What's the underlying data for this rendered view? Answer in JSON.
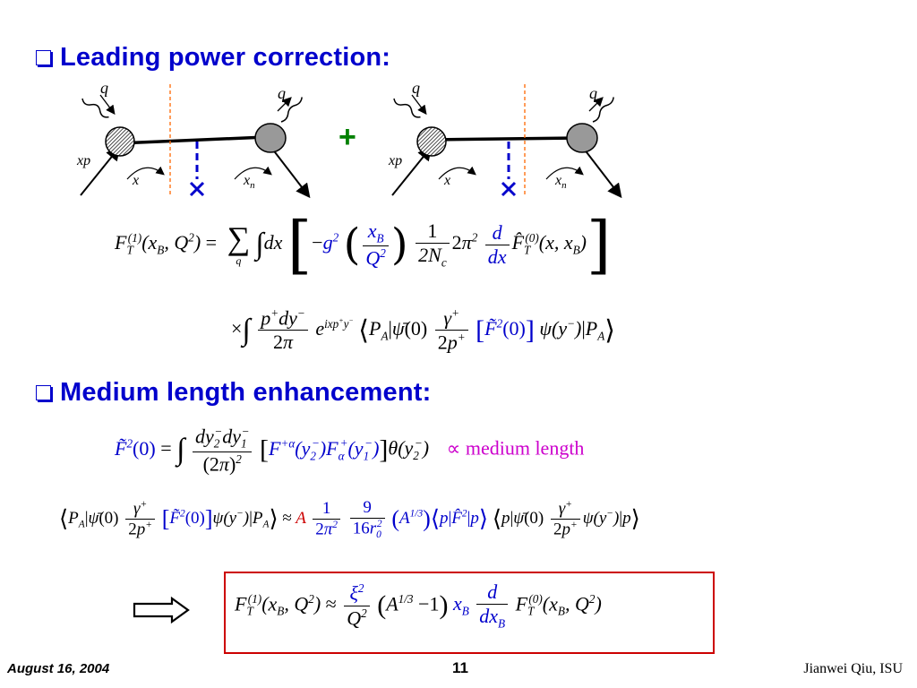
{
  "heading1": "Leading power correction:",
  "heading2": "Medium length enhancement:",
  "plus_sign": "+",
  "diagram_labels": {
    "q": "q",
    "xp": "xp",
    "x": "x",
    "xn": "x",
    "n": "n"
  },
  "eq1": {
    "lhs": "F_T^(1)(x_B, Q^2) = Σ_q ∫ dx [ −g^2 (x_B / Q^2) (1 / 2N_c) 2π^2 (d/dx) F̂_T^(0)(x, x_B) ]"
  },
  "eq2": "× ∫ (p^+ dy^− / 2π) e^{ixp^+ y^−} ⟨P_A | ψ̄(0) (γ^+ / 2p^+) [F̃^2(0)] ψ(y^−) | P_A⟩",
  "eq3": {
    "rhs_label": "medium length"
  },
  "eq4": "⟨P_A|ψ̄(0) γ^+/2p^+ [F̃^2(0)] ψ(y^−)|P_A⟩ ≈ A (1/2π^2)(9/16r_0^2)(A^{1/3})⟨p|F̂^2|p⟩⟨p|ψ̄(0) γ^+/2p^+ ψ(y^−)|p⟩",
  "eq5": "F_T^(1)(x_B,Q^2) ≈ (ξ^2/Q^2)(A^{1/3} − 1) x_B (d/dx_B) F_T^(0)(x_B,Q^2)",
  "footer": {
    "date": "August 16, 2004",
    "page": "11",
    "author": "Jianwei Qiu, ISU"
  },
  "colors": {
    "heading": "#0000cc",
    "plus": "#008000",
    "box": "#cc0000",
    "highlight": "#cc00cc"
  }
}
